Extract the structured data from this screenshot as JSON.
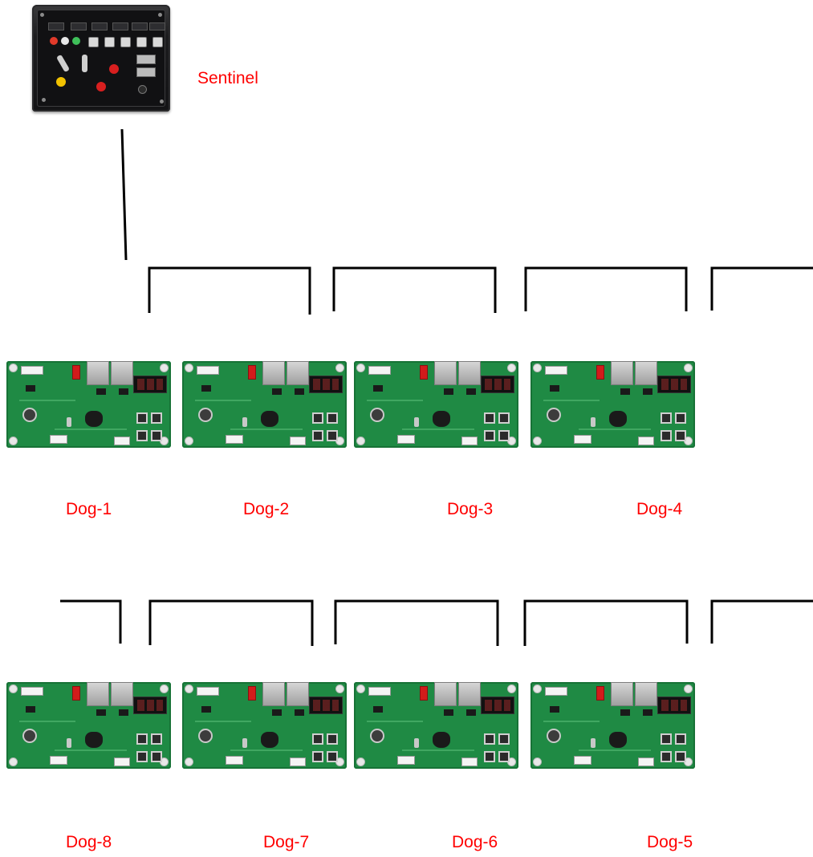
{
  "sentinel": {
    "label": "Sentinel",
    "icon": "sentinel-controller-icon"
  },
  "boards": [
    {
      "id": "dog-1",
      "label": "Dog-1"
    },
    {
      "id": "dog-2",
      "label": "Dog-2"
    },
    {
      "id": "dog-3",
      "label": "Dog-3"
    },
    {
      "id": "dog-4",
      "label": "Dog-4"
    },
    {
      "id": "dog-5",
      "label": "Dog-5"
    },
    {
      "id": "dog-6",
      "label": "Dog-6"
    },
    {
      "id": "dog-7",
      "label": "Dog-7"
    },
    {
      "id": "dog-8",
      "label": "Dog-8"
    }
  ],
  "colors": {
    "label": "#ff0000",
    "wire": "#000000",
    "pcb": "#1f8a44"
  },
  "icons": {
    "board": "pcb-board-icon"
  }
}
